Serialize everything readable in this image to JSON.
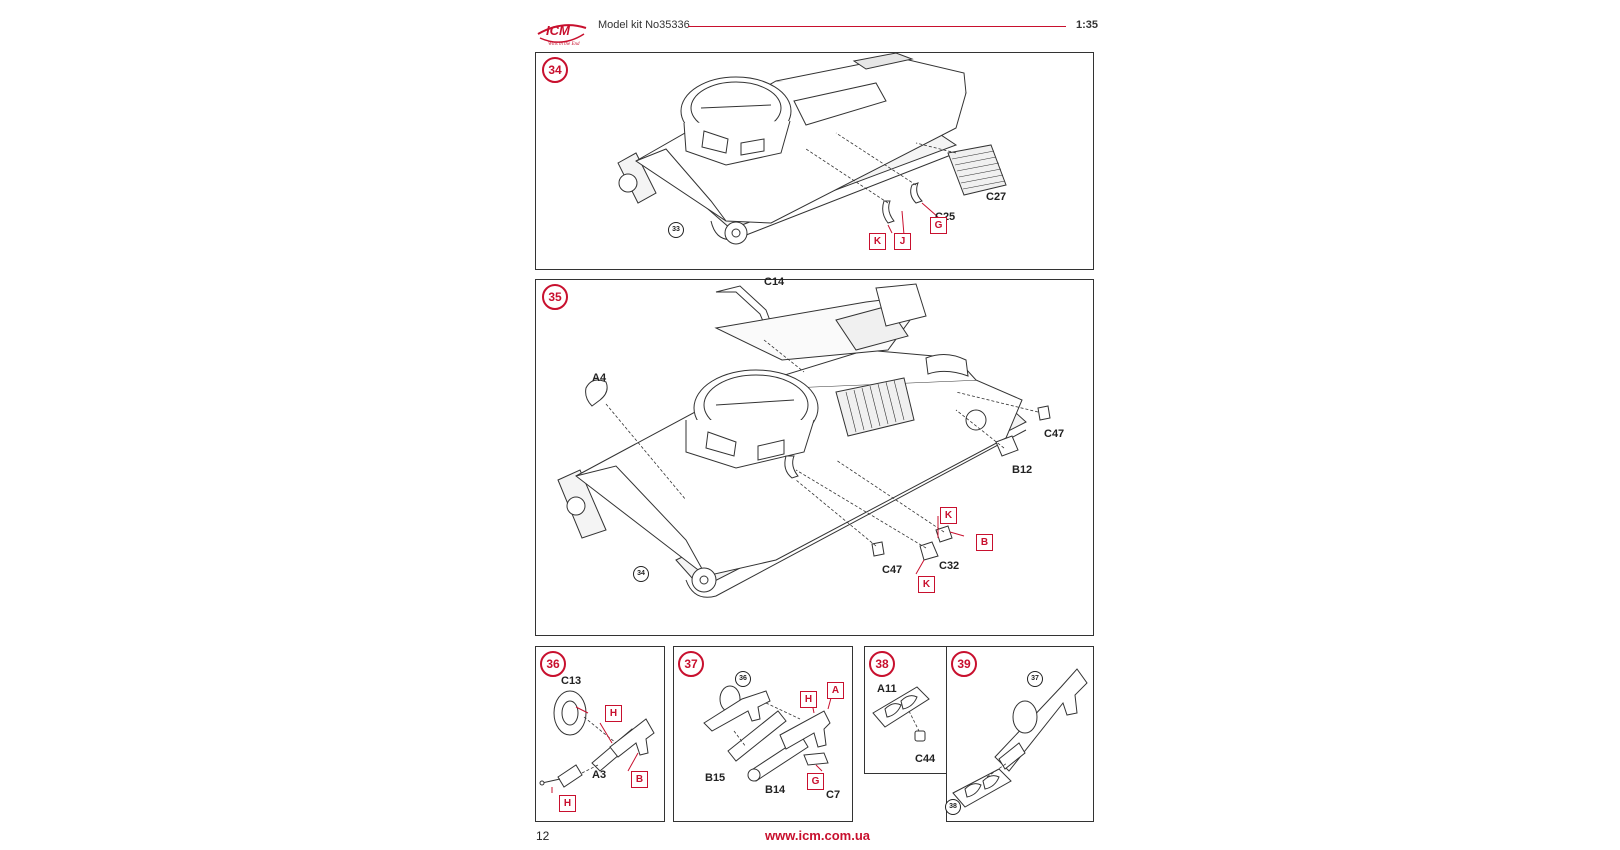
{
  "header": {
    "logo_text": "ICM",
    "logo_slogan": "Wins in the End",
    "model_kit": "Model kit No35336",
    "scale": "1:35"
  },
  "steps": {
    "s34": {
      "number": "34",
      "labels": {
        "c27": "C27",
        "c25": "C25"
      },
      "boxes": {
        "k": "K",
        "j": "J",
        "g": "G"
      },
      "ref": "33"
    },
    "s35": {
      "number": "35",
      "labels": {
        "c14": "C14",
        "a4": "A4",
        "c47a": "C47",
        "b12": "B12",
        "c47b": "C47",
        "c32": "C32"
      },
      "boxes": {
        "k1": "K",
        "b": "B",
        "k2": "K"
      },
      "ref": "34"
    },
    "s36": {
      "number": "36",
      "labels": {
        "c13": "C13",
        "a3": "A3"
      },
      "boxes": {
        "h1": "H",
        "b": "B",
        "h2": "H"
      }
    },
    "s37": {
      "number": "37",
      "labels": {
        "b15": "B15",
        "b14": "B14",
        "c7": "C7"
      },
      "boxes": {
        "a": "A",
        "h": "H",
        "g": "G"
      },
      "ref": "36"
    },
    "s38": {
      "number": "38",
      "labels": {
        "a11": "A11",
        "c44": "C44"
      }
    },
    "s39": {
      "number": "39",
      "ref_top": "37",
      "ref_bottom": "38"
    }
  },
  "footer": {
    "page_number": "12",
    "url": "www.icm.com.ua"
  },
  "colors": {
    "accent": "#c8102e",
    "line": "#333333"
  }
}
